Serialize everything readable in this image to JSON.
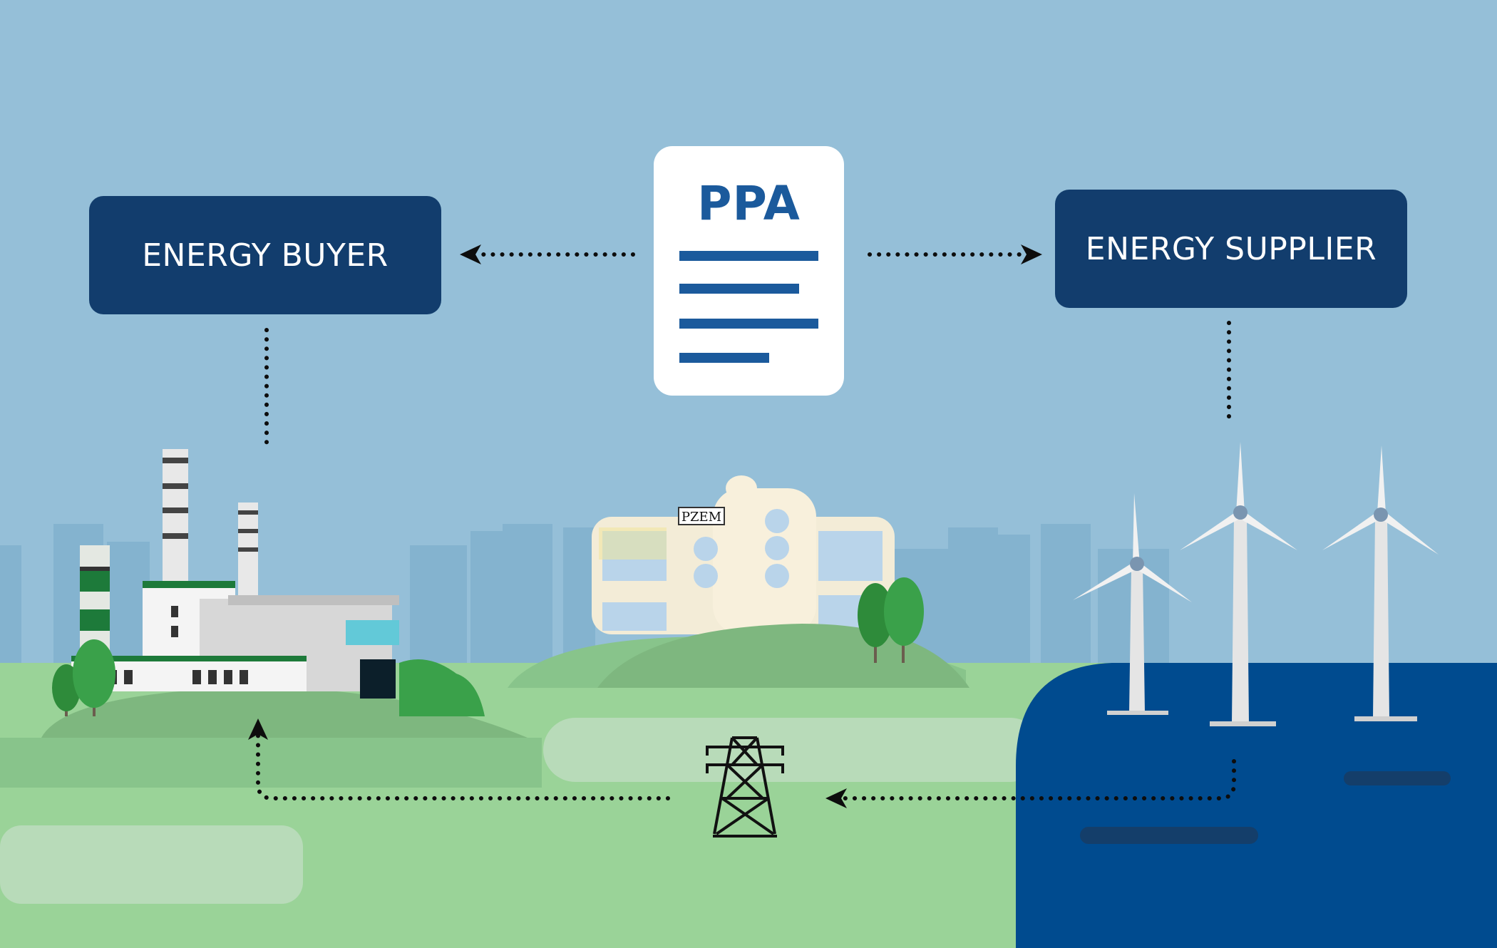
{
  "diagram": {
    "buyer_label": "ENERGY BUYER",
    "supplier_label": "ENERGY SUPPLIER",
    "contract_label": "PPA",
    "building_sign": "PZEM"
  },
  "colors": {
    "sky": "#95bfd8",
    "label_box": "#123d6d",
    "document_text": "#1b5a9c",
    "grass": "#9ad398",
    "sea": "#004b8f",
    "dotted_line": "#0d0d0d"
  }
}
